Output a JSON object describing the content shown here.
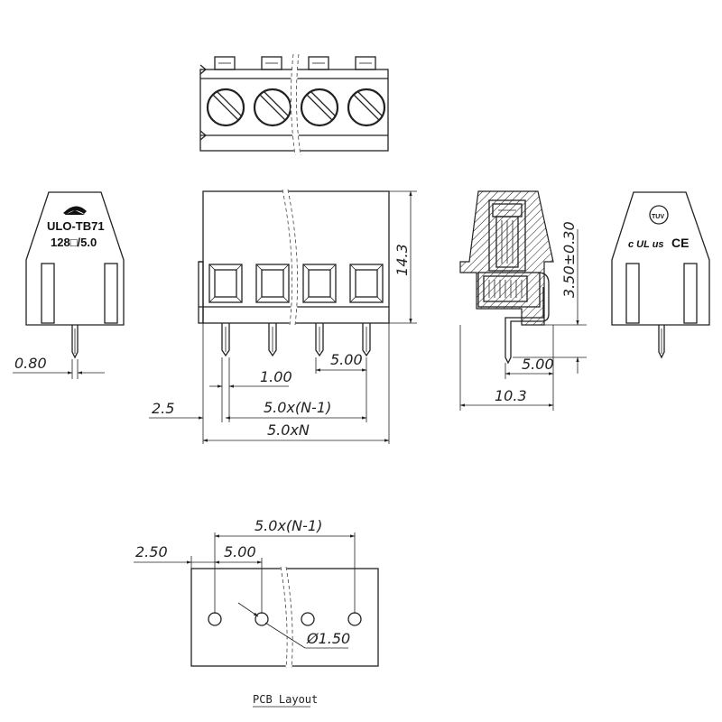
{
  "logo": {
    "brand_model": "ULO-TB71",
    "part_number": "128□/5.0",
    "certifications": [
      "TUV",
      "c UL us",
      "CE"
    ]
  },
  "dimensions": {
    "pin_thickness": "0.80",
    "pin_width": "1.00",
    "pitch_front": "5.00",
    "pitch_side": "5.00",
    "edge_offset": "2.5",
    "span": "5.0x(N-1)",
    "total_length": "5.0xN",
    "height": "14.3",
    "pin_length": "3.50±0.30",
    "depth": "10.3",
    "pcb_span": "5.0x(N-1)",
    "pcb_edge_offset": "2.50",
    "pcb_pitch": "5.00",
    "hole_diameter": "Ø1.50"
  },
  "caption": "PCB Layout"
}
